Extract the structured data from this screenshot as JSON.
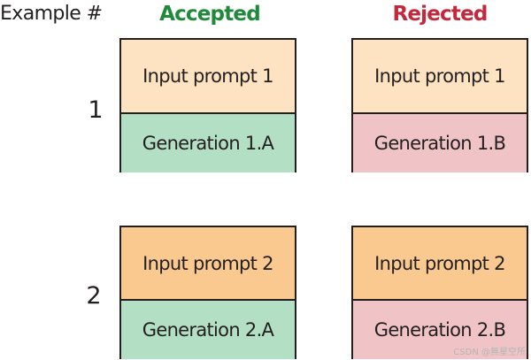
{
  "headers": {
    "example": "Example #",
    "accepted": "Accepted",
    "rejected": "Rejected"
  },
  "colors": {
    "accepted_header": "#1f8a3a",
    "rejected_header": "#c5283d",
    "prompt_row1": "#fde3c1",
    "prompt_row2": "#fac98f",
    "accepted_generation": "#b3dfc4",
    "rejected_generation": "#f0c4c6",
    "border": "#231f20"
  },
  "examples": [
    {
      "number": "1",
      "accepted": {
        "prompt": "Input prompt 1",
        "generation": "Generation 1.A"
      },
      "rejected": {
        "prompt": "Input prompt 1",
        "generation": "Generation 1.B"
      }
    },
    {
      "number": "2",
      "accepted": {
        "prompt": "Input prompt 2",
        "generation": "Generation 2.A"
      },
      "rejected": {
        "prompt": "Input prompt 2",
        "generation": "Generation 2.B"
      }
    }
  ],
  "watermark": "CSDN @無星空所"
}
